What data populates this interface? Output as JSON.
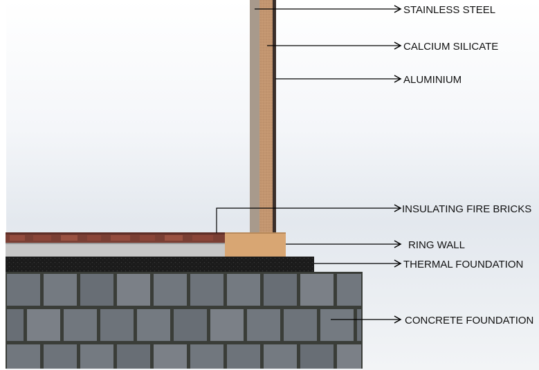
{
  "diagram": {
    "labels": {
      "stainless_steel": "STAINLESS STEEL",
      "calcium_silicate": "CALCIUM SILICATE",
      "aluminium": "ALUMINIUM",
      "insulating_fire_bricks": "INSULATING FIRE BRICKS",
      "ring_wall": "RING WALL",
      "thermal_foundation": "THERMAL FOUNDATION",
      "concrete_foundation": "CONCRETE FOUNDATION"
    },
    "colors": {
      "background_top": "#e6ebf1",
      "steel_wall": "#a89a8c",
      "calcium_silicate": "#c39670",
      "aluminium": "#3b2f2a",
      "fire_bricks": "#7a3f34",
      "tank_floor": "#c7c7c7",
      "ring_wall": "#d8a673",
      "thermal_foundation": "#1b1b1b",
      "concrete_block": "#6d737a",
      "mortar": "#3a3d38"
    }
  }
}
